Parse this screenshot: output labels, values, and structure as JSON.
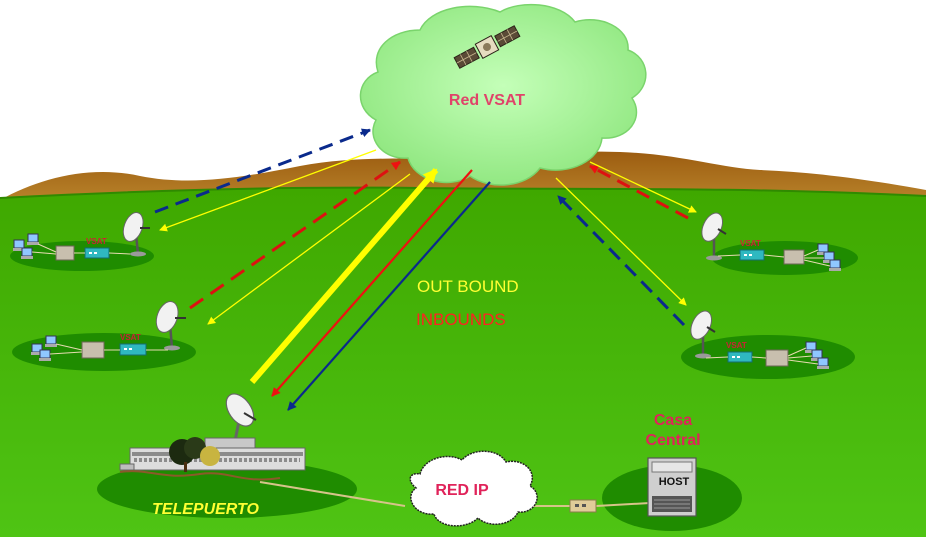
{
  "labels": {
    "cloud": "Red VSAT",
    "outbound": "OUT BOUND",
    "inbound": "INBOUNDS",
    "hub": "TELEPUERTO",
    "ip_network": "RED IP",
    "head_office": "Casa Central",
    "host": "HOST",
    "vsat": "VSAT"
  },
  "colors": {
    "sky": "#ffffff",
    "grass": "#42b800",
    "grass_dark": "#1f8c00",
    "mountains": "#b0741e",
    "cloud": "#a8f59a",
    "cloud_edge": "#7ad46c",
    "outbound": "#ffff00",
    "inbound": "#ee1111",
    "uplink": "#0a2a8c",
    "dashed_red": "#dd1111"
  },
  "icons": [
    "satellite-icon",
    "dish-antenna-icon",
    "computer-icon",
    "modem-icon",
    "building-icon",
    "server-icon",
    "tree-icon"
  ]
}
